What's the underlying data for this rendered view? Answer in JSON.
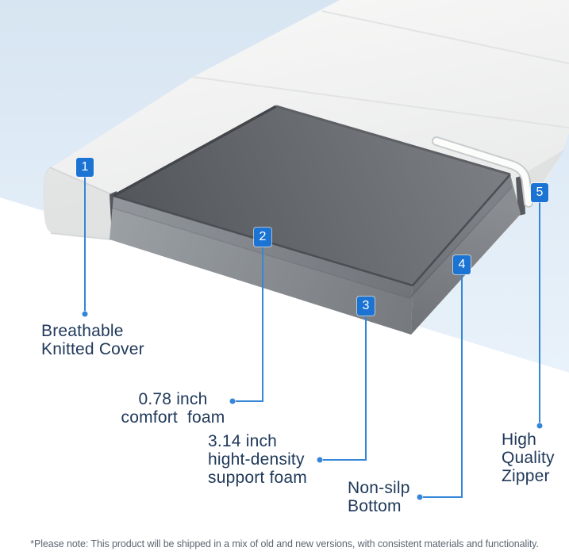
{
  "diagram": {
    "subject": "tri-fold mattress layers infographic",
    "colors": {
      "accent_badge": "#1b74d3",
      "leader_line": "#3585d8",
      "label_text": "#20395a",
      "footnote_text": "#5c6672",
      "backdrop_blue": "#dce8f4",
      "cover_white": "#f5f5f3",
      "foam_top": "#6a6e72",
      "foam_side": "#83878c"
    },
    "callouts": [
      {
        "number": "1",
        "label": "Breathable\nKnitted Cover"
      },
      {
        "number": "2",
        "label": "0.78 inch\ncomfort  foam"
      },
      {
        "number": "3",
        "label": "3.14 inch\nhight-density\nsupport foam"
      },
      {
        "number": "4",
        "label": "Non-silp\nBottom"
      },
      {
        "number": "5",
        "label": "High\nQuality\nZipper"
      }
    ],
    "footnote": "*Please note: This product will be shipped in a mix of old and new versions, with consistent materials and functionality."
  }
}
